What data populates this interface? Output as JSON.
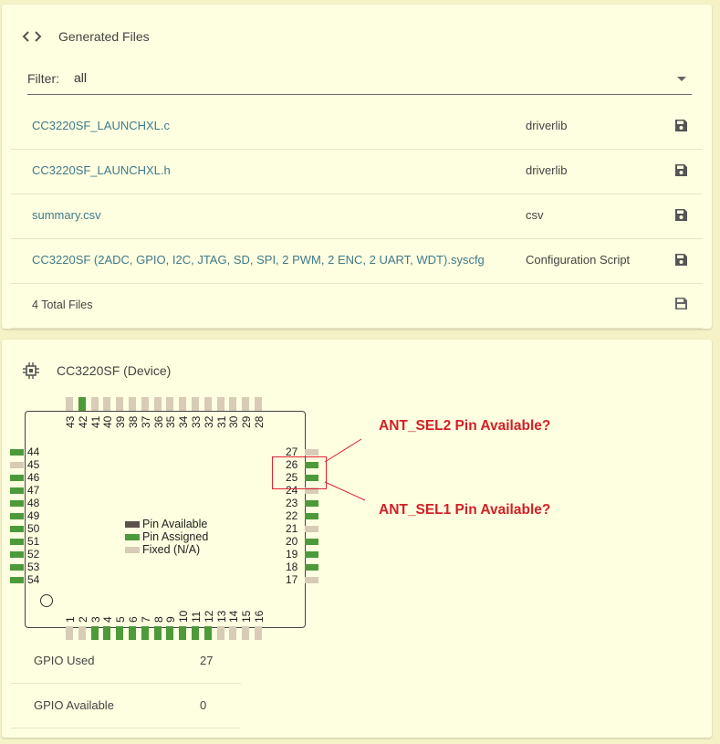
{
  "generated_files": {
    "title": "Generated Files",
    "icon": "code-brackets-icon",
    "filter": {
      "label": "Filter:",
      "value": "all"
    },
    "files": [
      {
        "name": "CC3220SF_LAUNCHXL.c",
        "type": "driverlib"
      },
      {
        "name": "CC3220SF_LAUNCHXL.h",
        "type": "driverlib"
      },
      {
        "name": "summary.csv",
        "type": "csv"
      },
      {
        "name": "CC3220SF (2ADC, GPIO, I2C, JTAG, SD, SPI, 2 PWM, 2 ENC, 2 UART, WDT).syscfg",
        "type": "Configuration Script"
      }
    ],
    "total": "4 Total Files"
  },
  "device": {
    "title": "CC3220SF (Device)",
    "icon": "chip-icon",
    "colors": {
      "available": "#5a514a",
      "assigned": "#4c9a3a",
      "fixed": "#d8ccb6"
    },
    "legend": [
      {
        "label": "Pin Available",
        "status": "available"
      },
      {
        "label": "Pin Assigned",
        "status": "assigned"
      },
      {
        "label": "Fixed (N/A)",
        "status": "fixed"
      }
    ],
    "pins": {
      "top": [
        {
          "num": "43",
          "status": "fixed"
        },
        {
          "num": "42",
          "status": "assigned"
        },
        {
          "num": "41",
          "status": "fixed"
        },
        {
          "num": "40",
          "status": "fixed"
        },
        {
          "num": "39",
          "status": "fixed"
        },
        {
          "num": "38",
          "status": "fixed"
        },
        {
          "num": "37",
          "status": "fixed"
        },
        {
          "num": "36",
          "status": "fixed"
        },
        {
          "num": "35",
          "status": "fixed"
        },
        {
          "num": "34",
          "status": "fixed"
        },
        {
          "num": "33",
          "status": "fixed"
        },
        {
          "num": "32",
          "status": "fixed"
        },
        {
          "num": "31",
          "status": "fixed"
        },
        {
          "num": "30",
          "status": "fixed"
        },
        {
          "num": "29",
          "status": "fixed"
        },
        {
          "num": "28",
          "status": "fixed"
        }
      ],
      "bottom": [
        {
          "num": "1",
          "status": "fixed"
        },
        {
          "num": "2",
          "status": "fixed"
        },
        {
          "num": "3",
          "status": "assigned"
        },
        {
          "num": "4",
          "status": "assigned"
        },
        {
          "num": "5",
          "status": "assigned"
        },
        {
          "num": "6",
          "status": "assigned"
        },
        {
          "num": "7",
          "status": "assigned"
        },
        {
          "num": "8",
          "status": "assigned"
        },
        {
          "num": "9",
          "status": "assigned"
        },
        {
          "num": "10",
          "status": "assigned"
        },
        {
          "num": "11",
          "status": "assigned"
        },
        {
          "num": "12",
          "status": "assigned"
        },
        {
          "num": "13",
          "status": "fixed"
        },
        {
          "num": "14",
          "status": "fixed"
        },
        {
          "num": "15",
          "status": "fixed"
        },
        {
          "num": "16",
          "status": "fixed"
        }
      ],
      "left": [
        {
          "num": "44",
          "status": "assigned"
        },
        {
          "num": "45",
          "status": "fixed"
        },
        {
          "num": "46",
          "status": "assigned"
        },
        {
          "num": "47",
          "status": "assigned"
        },
        {
          "num": "48",
          "status": "assigned"
        },
        {
          "num": "49",
          "status": "assigned"
        },
        {
          "num": "50",
          "status": "assigned"
        },
        {
          "num": "51",
          "status": "assigned"
        },
        {
          "num": "52",
          "status": "assigned"
        },
        {
          "num": "53",
          "status": "assigned"
        },
        {
          "num": "54",
          "status": "assigned"
        }
      ],
      "right": [
        {
          "num": "27",
          "status": "fixed"
        },
        {
          "num": "26",
          "status": "assigned"
        },
        {
          "num": "25",
          "status": "assigned"
        },
        {
          "num": "24",
          "status": "fixed"
        },
        {
          "num": "23",
          "status": "assigned"
        },
        {
          "num": "22",
          "status": "assigned"
        },
        {
          "num": "21",
          "status": "fixed"
        },
        {
          "num": "20",
          "status": "assigned"
        },
        {
          "num": "19",
          "status": "assigned"
        },
        {
          "num": "18",
          "status": "assigned"
        },
        {
          "num": "17",
          "status": "fixed"
        }
      ]
    },
    "stats": [
      {
        "label": "GPIO Used",
        "value": "27"
      },
      {
        "label": "GPIO Available",
        "value": "0"
      }
    ]
  },
  "annotations": {
    "ant_sel2": "ANT_SEL2 Pin Available?",
    "ant_sel1": "ANT_SEL1 Pin Available?"
  }
}
